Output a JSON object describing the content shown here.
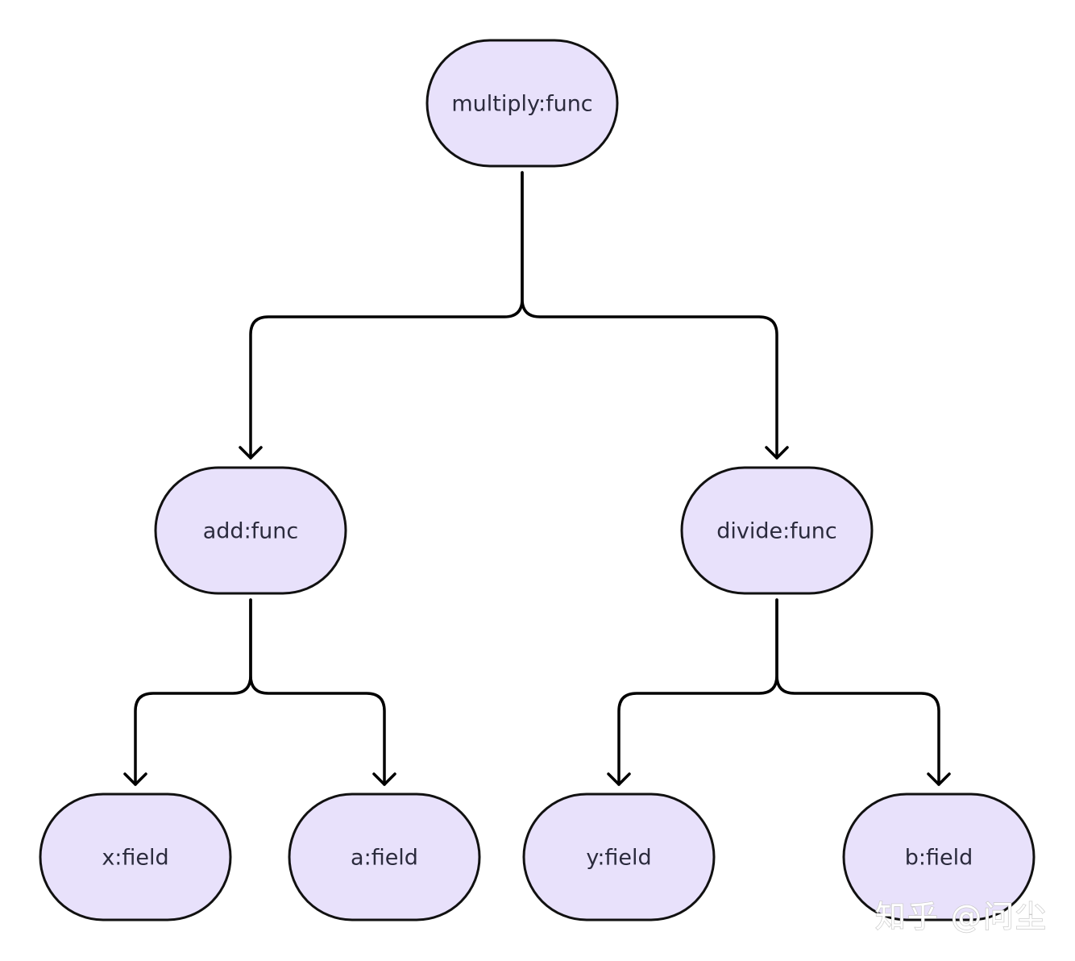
{
  "diagram": {
    "nodes": [
      {
        "id": "multiply",
        "label": "multiply:func"
      },
      {
        "id": "add",
        "label": "add:func"
      },
      {
        "id": "divide",
        "label": "divide:func"
      },
      {
        "id": "x",
        "label": "x:field"
      },
      {
        "id": "a",
        "label": "a:field"
      },
      {
        "id": "y",
        "label": "y:field"
      },
      {
        "id": "b",
        "label": "b:field"
      }
    ],
    "edges": [
      {
        "from": "multiply",
        "to": "add"
      },
      {
        "from": "multiply",
        "to": "divide"
      },
      {
        "from": "add",
        "to": "x"
      },
      {
        "from": "add",
        "to": "a"
      },
      {
        "from": "divide",
        "to": "y"
      },
      {
        "from": "divide",
        "to": "b"
      }
    ],
    "colors": {
      "node_fill": "#e8e1fb",
      "node_stroke": "#111111",
      "edge": "#000000",
      "label": "#2b2b3d"
    }
  },
  "watermark": {
    "text": "知乎 @问尘"
  }
}
